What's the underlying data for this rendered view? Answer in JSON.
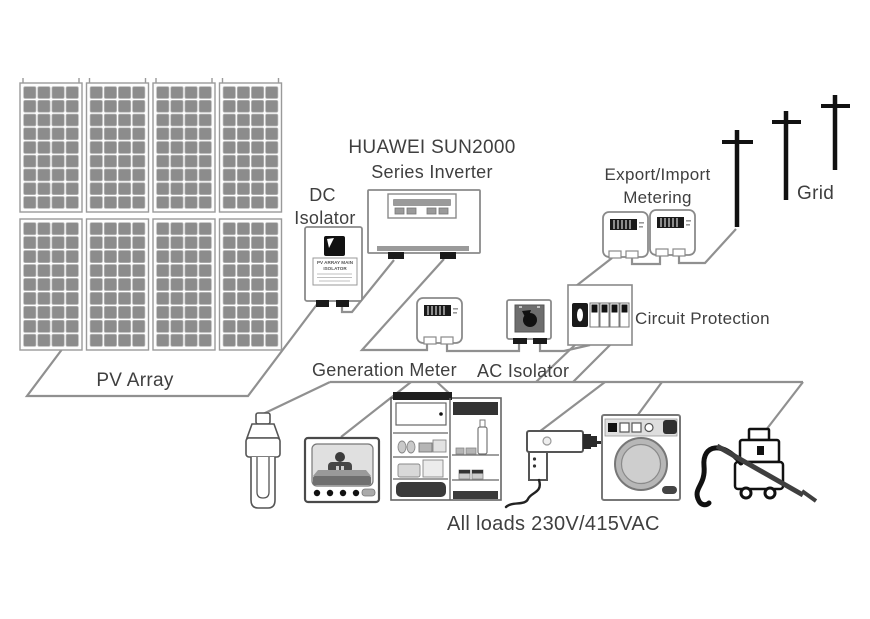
{
  "diagram": {
    "labels": {
      "pv_array": "PV Array",
      "dc_isolator_line1": "DC",
      "dc_isolator_line2": "Isolator",
      "inverter_line1": "HUAWEI SUN2000",
      "inverter_line2": "Series Inverter",
      "generation_meter": "Generation Meter",
      "ac_isolator": "AC Isolator",
      "circuit_protection": "Circuit Protection",
      "export_import_line1": "Export/Import",
      "export_import_line2": "Metering",
      "grid": "Grid",
      "all_loads": "All loads 230V/415VAC"
    },
    "dc_isolator_sticker": {
      "line1": "PV ARRAY MAIN",
      "line2": "ISOLATOR"
    },
    "pv_array": {
      "panel_rows": 2,
      "panel_cols": 4,
      "cell_rows": 9,
      "cell_cols": 4
    },
    "components": {
      "source": "pv-array",
      "chain": [
        "dc-isolator",
        "inverter",
        "generation-meter",
        "ac-isolator",
        "circuit-protection",
        "export-import-meters",
        "grid"
      ],
      "loads": [
        "cfl-lamp",
        "tv",
        "refrigerator",
        "drill",
        "washing-machine",
        "vacuum-cleaner"
      ],
      "grid_poles": 3,
      "export_import_meter_count": 2
    },
    "colors": {
      "wire": "#909090",
      "box_outline": "#8a8a8a",
      "panel_cell": "#8c8c8c",
      "dark": "#1a1a1a",
      "text": "#3f3f3f"
    }
  }
}
